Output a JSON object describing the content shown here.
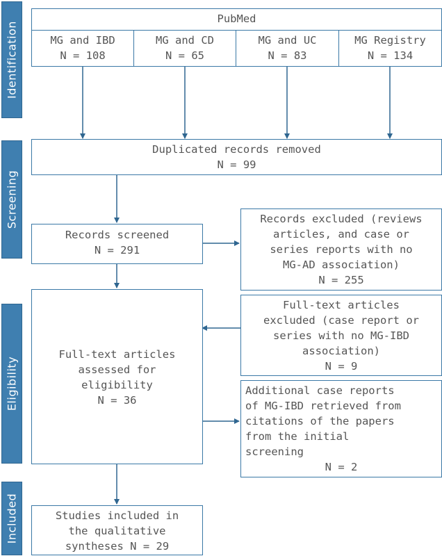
{
  "stages": {
    "identification": "Identification",
    "screening": "Screening",
    "eligibility": "Eligibility",
    "included": "Included"
  },
  "pubmed": {
    "title": "PubMed",
    "sources": [
      {
        "label": "MG and IBD",
        "count": "N = 108"
      },
      {
        "label": "MG and CD",
        "count": "N = 65"
      },
      {
        "label": "MG and UC",
        "count": "N = 83"
      },
      {
        "label": "MG Registry",
        "count": "N = 134"
      }
    ]
  },
  "duplicates": {
    "label": "Duplicated records removed",
    "count": "N = 99"
  },
  "screened": {
    "label": "Records screened",
    "count": "N = 291"
  },
  "excluded_records": {
    "lines": [
      "Records excluded (reviews",
      "articles, and case or",
      "series reports with no",
      "MG-AD association)"
    ],
    "count": "N = 255"
  },
  "fulltext_excluded": {
    "lines": [
      "Full-text articles",
      "excluded (case report or",
      "series with no MG-IBD",
      "association)"
    ],
    "count": "N = 9"
  },
  "assessed": {
    "lines": [
      "Full-text articles",
      "assessed for",
      "eligibility"
    ],
    "count": "N = 36"
  },
  "additional": {
    "lines": [
      "Additional case reports",
      "of MG-IBD retrieved from",
      "citations of the papers",
      "from the initial",
      "screening"
    ],
    "count": "N = 2"
  },
  "included": {
    "lines": [
      "Studies included in",
      "the qualitative",
      "syntheses N = 29"
    ]
  },
  "colors": {
    "border": "#3a78a6",
    "stage_fill": "#3f7fb0",
    "text": "#555555"
  }
}
